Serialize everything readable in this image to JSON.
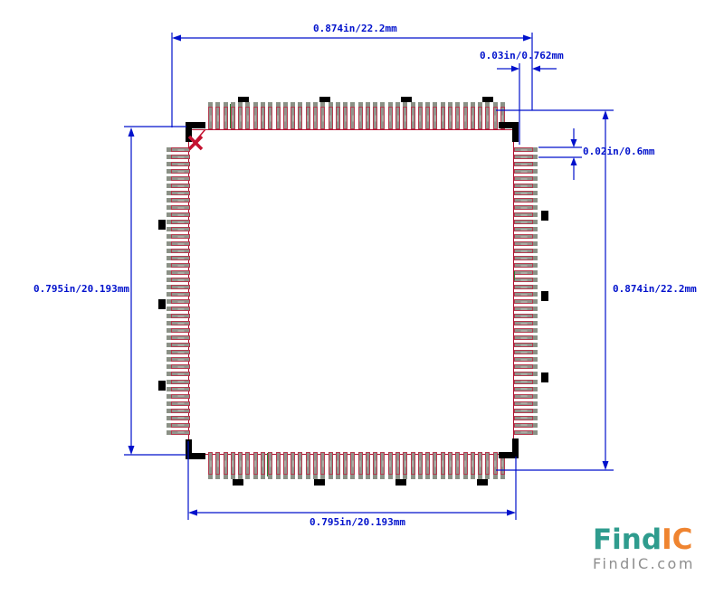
{
  "footprint": {
    "pins_per_side": 40,
    "total_pins": 160,
    "pad_color": "#8b9186",
    "pad_outline_color": "#b43b4f",
    "pad_core_color": "#c0c3bb",
    "body_outline_color": "#b01030",
    "silkscreen_color": "#000000",
    "pin1_marker_color": "#c41230",
    "grid_tick_color": "#2e7d32"
  },
  "dimensions": {
    "color": "#0011cc",
    "top_width": {
      "label": "0.874in/22.2mm"
    },
    "pad_width": {
      "label": "0.03in/0.762mm"
    },
    "pad_pitch": {
      "label": "0.02in/0.6mm"
    },
    "right_height": {
      "label": "0.874in/22.2mm"
    },
    "left_height": {
      "label": "0.795in/20.193mm"
    },
    "bottom_width": {
      "label": "0.795in/20.193mm"
    }
  },
  "logo": {
    "find": "Find",
    "ic": "IC",
    "domain": "FindIC.com",
    "find_color": "#2f9c8e",
    "ic_color": "#ef8430",
    "domain_color": "#8e8e8e"
  }
}
